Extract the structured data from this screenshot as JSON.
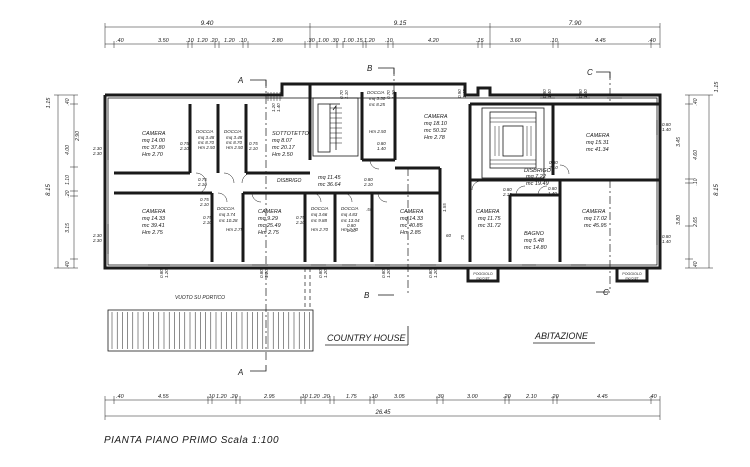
{
  "dimensions": {
    "top_totals": [
      "9.40",
      "9.15",
      "7.90"
    ],
    "top_parts": [
      ".40",
      "3.50",
      ".10",
      "1.20",
      ".20",
      "1.20",
      ".10",
      "2.80",
      ".30",
      "1.00",
      ".30",
      "1.00",
      ".15",
      "1.20",
      ".10",
      "4.20",
      ".15",
      "3.60",
      ".10",
      "4.45",
      ".40"
    ],
    "bottom_parts": [
      ".40",
      "4.55",
      ".10",
      "1.20",
      ".20",
      "2.95",
      ".10",
      "1.20",
      ".20",
      "1.75",
      ".10",
      "3.05",
      ".30",
      "3.00",
      ".20",
      "2.10",
      ".20",
      "4.45",
      ".40"
    ],
    "bottom_total": "26.45",
    "left_total": "8.15",
    "left_parts": [
      ".40",
      "2.90",
      "4.00",
      "1.10",
      ".20",
      "3.15",
      ".40"
    ],
    "left_top": "1.15",
    "right_total": "8.15",
    "right_parts": [
      ".40",
      "3.45",
      "4.60",
      ".10",
      "3.80",
      "2.65",
      ".40"
    ],
    "right_top": "1.15"
  },
  "rooms": [
    {
      "name": "CAMERA",
      "mq": "mq  14.00",
      "mc": "mc  37.80",
      "hm": "Hm  2.70"
    },
    {
      "name": "DOCCIA",
      "mq": "mq 3.48",
      "mc": "mc 8.70",
      "hm": "Hm 2.50"
    },
    {
      "name": "DOCCIA",
      "mq": "mq 3.48",
      "mc": "mc 8.70",
      "hm": "Hm 2.50"
    },
    {
      "name": "SOTTOTETTO",
      "mq": "mq  8.07",
      "mc": "mc  20.17",
      "hm": "Hm  2.50"
    },
    {
      "name": "DOCCIA",
      "mq": "mq 3.30",
      "mc": "mc 8.25",
      "hm": "Hm 2.50"
    },
    {
      "name": "CAMERA",
      "mq": "mq  18.10",
      "mc": "mc  50.32",
      "hm": "Hm  2.78"
    },
    {
      "name": "CAMERA",
      "mq": "mq  15.31",
      "mc": "mc  41.34",
      "hm": ""
    },
    {
      "name": "DISBRIGO",
      "mq": "mq  11.45",
      "mc": "mc  36.64",
      "hm": ""
    },
    {
      "name": "DISBRIGO",
      "mq": "mq  7.22",
      "mc": "mc  19.49",
      "hm": ""
    },
    {
      "name": "CAMERA",
      "mq": "mq  14.33",
      "mc": "mc  39.41",
      "hm": "Hm  2.75"
    },
    {
      "name": "DOCCIA",
      "mq": "mq 3.74",
      "mc": "mc 10.28",
      "hm": "Hm 2.75"
    },
    {
      "name": "CAMERA",
      "mq": "mq  9.29",
      "mc": "mc  25.49",
      "hm": "Hm  2.75"
    },
    {
      "name": "DOCCIA",
      "mq": "mq 3.66",
      "mc": "mc 9.88",
      "hm": "Hm 2.70"
    },
    {
      "name": "DOCCIA",
      "mq": "mq 4.83",
      "mc": "mc 13.04",
      "hm": "Hm 2.70"
    },
    {
      "name": "CAMERA",
      "mq": "mq  14.33",
      "mc": "mc  40.85",
      "hm": "Hm  2.85"
    },
    {
      "name": "CAMERA",
      "mq": "mq  11.75",
      "mc": "mc  31.72",
      "hm": ""
    },
    {
      "name": "BAGNO",
      "mq": "mq  5.48",
      "mc": "mc  14.80",
      "hm": ""
    },
    {
      "name": "CAMERA",
      "mq": "mq  17.02",
      "mc": "mc  45.95",
      "hm": ""
    }
  ],
  "openings": [
    "0.75\n2.10",
    "0.75\n2.10",
    "0.75\n2.10",
    "0.75\n2.10",
    "0.75\n2.10",
    "0.75\n2.10",
    "0.80\n2.10",
    "0.80\n2.10",
    "0.80\n2.10",
    "0.80\n2.10",
    "0.80\n1.40",
    "0.80\n1.40",
    "1.20\n1.40",
    "0.70\n1.10",
    "0.70\n1.10",
    "0.90\n1.40",
    "0.80\n1.40",
    "0.80\n1.40",
    "0.80\n1.20",
    "0.80\n1.20",
    "0.80\n1.20",
    "0.80\n1.20",
    "0.80\n1.20",
    "2.30\n2.30",
    "2.30\n2.30",
    "0.80\n1.40",
    "0.80\n1.40"
  ],
  "poggiolo": [
    {
      "label": "POGGIOLO",
      "area": "mq 0.87"
    },
    {
      "label": "POGGIOLO",
      "area": "mq 0.87"
    }
  ],
  "misc": {
    "v55": ".55",
    "v60": "60",
    "v75": "75",
    "v155": "1.55"
  },
  "section_labels": {
    "a": "A",
    "b": "B",
    "c": "C"
  },
  "vuoto_label": "VUOTO SU PORTICO",
  "country_house_label": "COUNTRY HOUSE",
  "abitazione_label": "ABITAZIONE",
  "caption": "PIANTA PIANO PRIMO  Scala 1:100"
}
